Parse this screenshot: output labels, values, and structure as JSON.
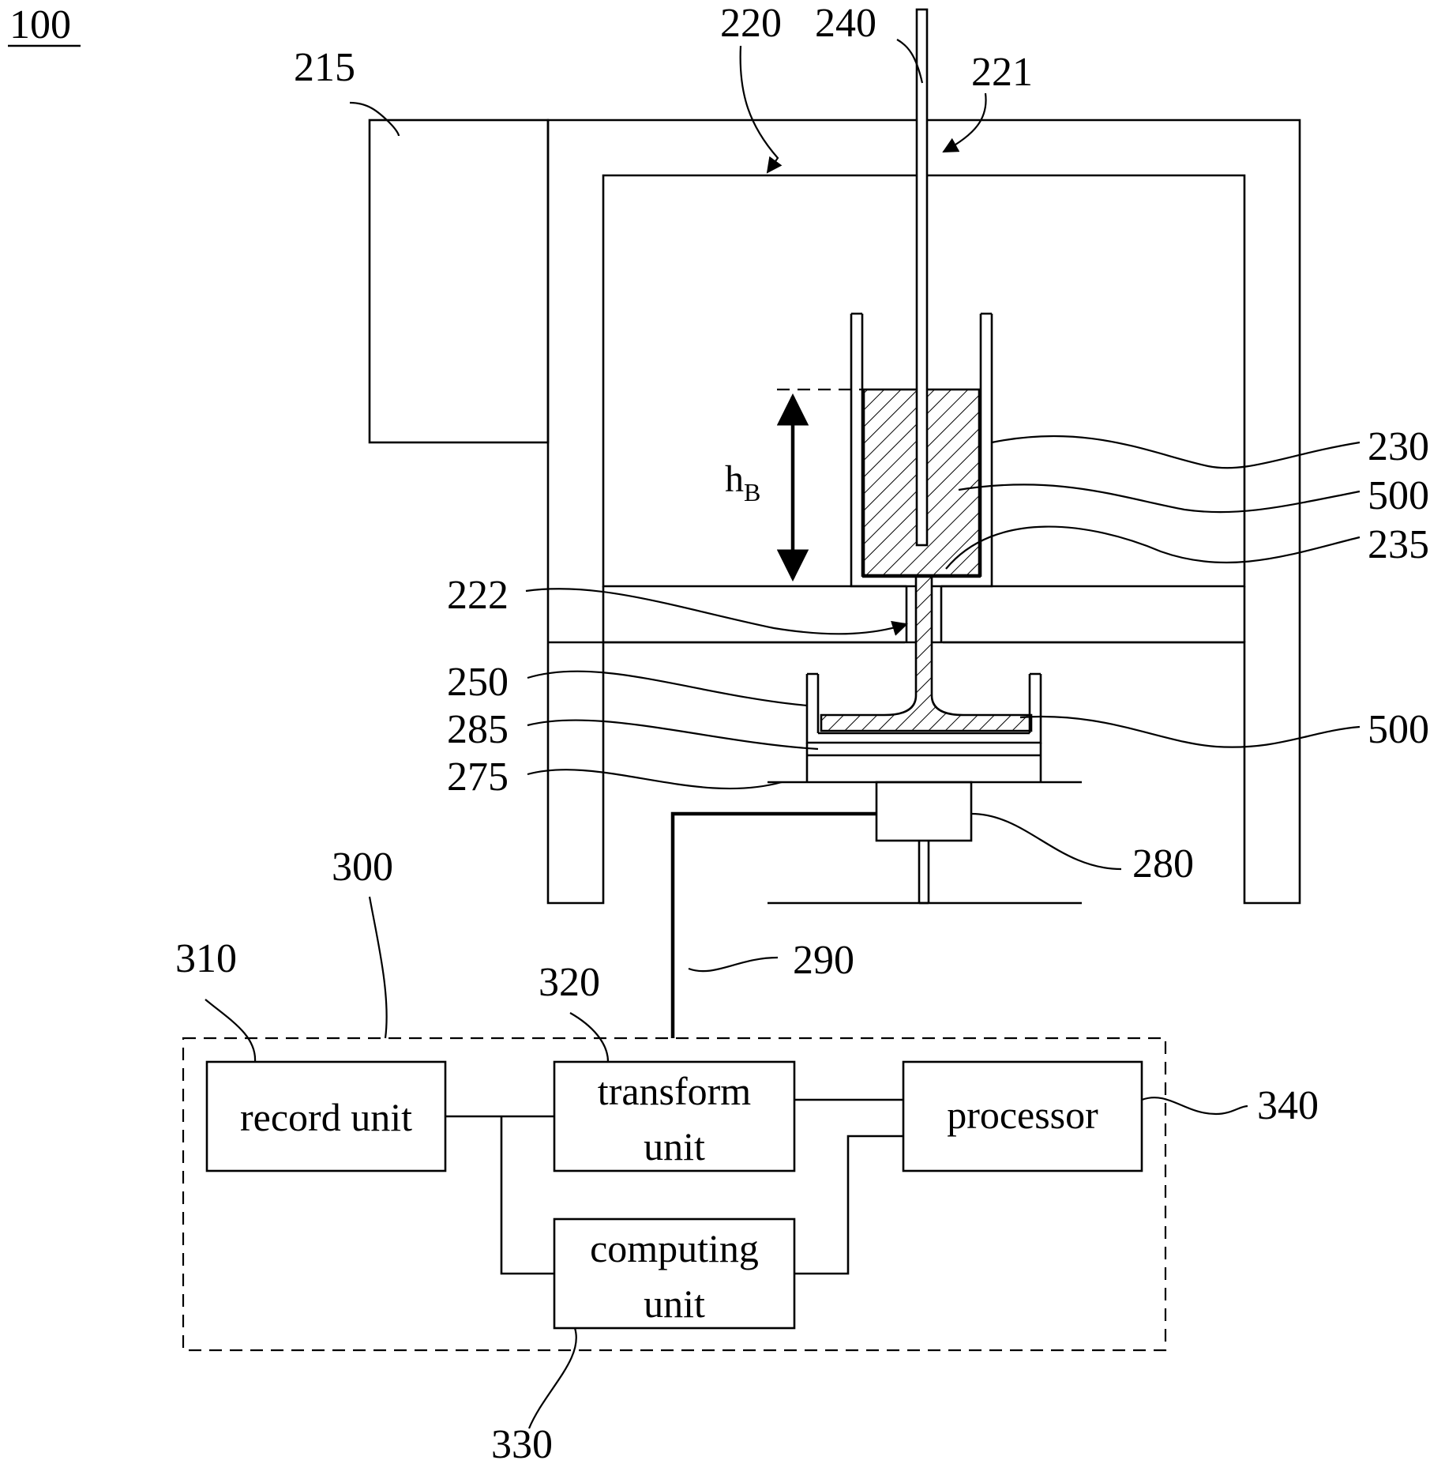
{
  "figure_label": "100",
  "units": {
    "record": "record unit",
    "transform_line1": "transform",
    "transform_line2": "unit",
    "processor": "processor",
    "computing_line1": "computing",
    "computing_line2": "unit"
  },
  "height_label": {
    "main": "h",
    "sub": "B"
  },
  "refs": {
    "r215": "215",
    "r220": "220",
    "r240": "240",
    "r221": "221",
    "r230": "230",
    "r500_upper": "500",
    "r235": "235",
    "r222": "222",
    "r250": "250",
    "r285": "285",
    "r275": "275",
    "r500_lower": "500",
    "r280": "280",
    "r300": "300",
    "r310": "310",
    "r320": "320",
    "r290": "290",
    "r340": "340",
    "r330": "330"
  }
}
